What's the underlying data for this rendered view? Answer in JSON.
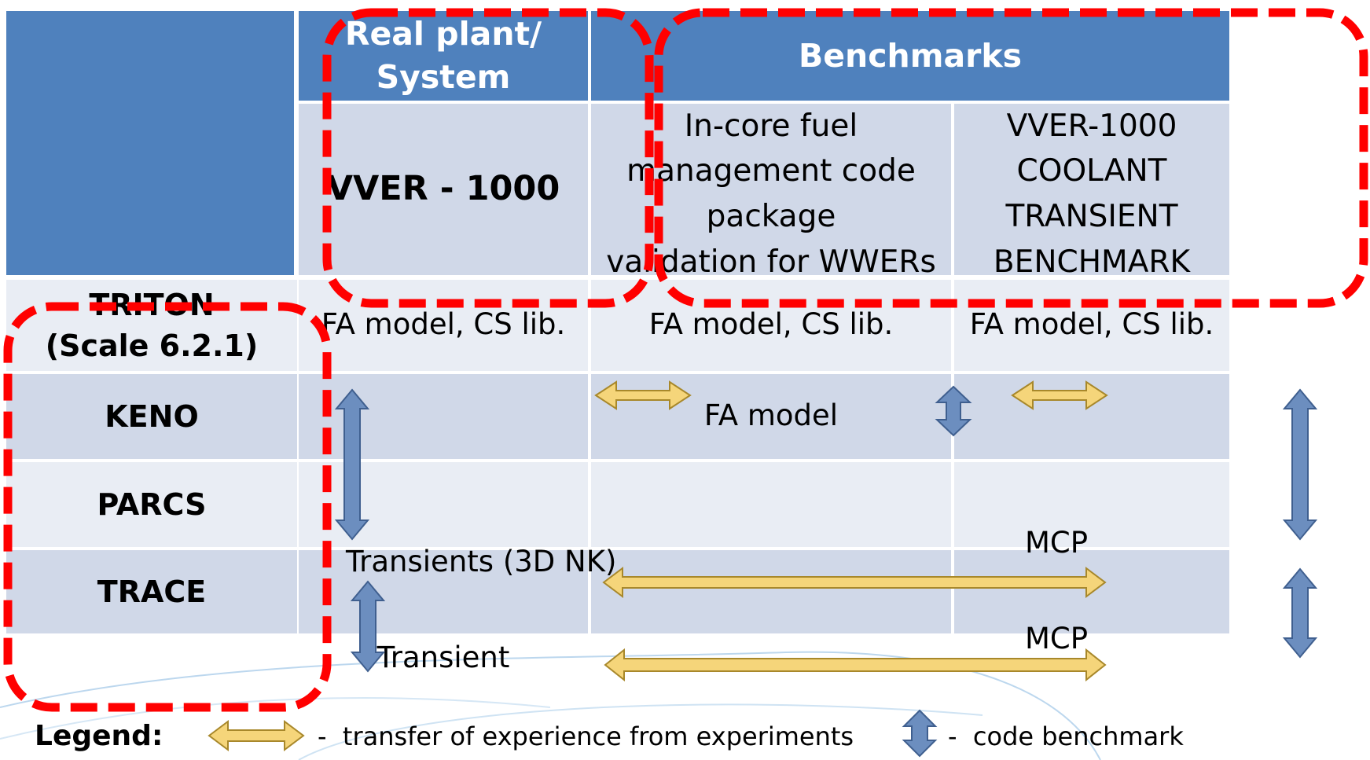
{
  "header": {
    "real_plant": "Real plant/ System",
    "benchmarks": "Benchmarks"
  },
  "columns": {
    "vver": "VVER - 1000",
    "incore": "In-core fuel\nmanagement code\npackage\nvalidation for WWERs",
    "coolant": "VVER-1000\nCOOLANT\nTRANSIENT\nBENCHMARK"
  },
  "rows": {
    "triton": "TRITON\n(Scale 6.2.1)",
    "keno": "KENO",
    "parcs": "PARCS",
    "trace": "TRACE"
  },
  "cells": {
    "triton_real": "FA model, CS lib.",
    "triton_incore": "FA model, CS lib.",
    "triton_coolant": "FA model, CS lib.",
    "keno_incore": "FA model",
    "parcs_real": "Transients (3D NK)",
    "parcs_coolant": "MCP",
    "trace_real": "Transient",
    "trace_coolant": "MCP"
  },
  "legend": {
    "title": "Legend:",
    "transfer": "-  transfer of experience from experiments",
    "benchmark": "-  code benchmark"
  },
  "colors": {
    "header_blue": "#4f81bd",
    "row_dark": "#d0d8e8",
    "row_light": "#e9edf4",
    "dash_red": "#ff0000",
    "gold_arrow": "#f5d57a",
    "blue_arrow": "#6c8ebf"
  }
}
